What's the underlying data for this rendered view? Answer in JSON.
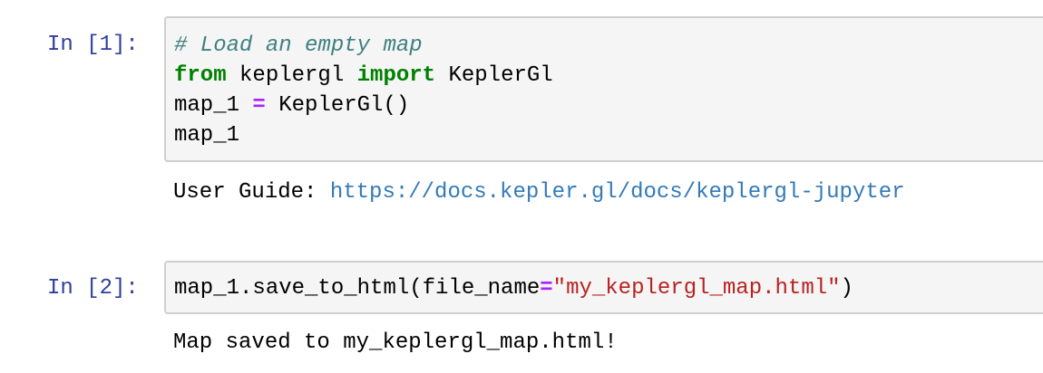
{
  "cells": [
    {
      "prompt": "In [1]:",
      "code": {
        "line1_comment": "# Load an empty map",
        "line2_kw_from": "from",
        "line2_module": " keplergl ",
        "line2_kw_import": "import",
        "line2_name": " KeplerGl",
        "line3_var": "map_1 ",
        "line3_op": "=",
        "line3_call": " KeplerGl()",
        "line4": "map_1"
      },
      "output": {
        "label": "User Guide: ",
        "link": "https://docs.kepler.gl/docs/keplergl-jupyter"
      }
    },
    {
      "prompt": "In [2]:",
      "code": {
        "pre": "map_1.save_to_html(file_name",
        "op": "=",
        "string": "\"my_keplergl_map.html\"",
        "post": ")"
      },
      "output": {
        "text": "Map saved to my_keplergl_map.html!"
      }
    }
  ],
  "colors": {
    "prompt": "#303f9f",
    "comment": "#408080",
    "keyword": "#008000",
    "operator": "#aa22ff",
    "string": "#ba2121",
    "link": "#337ab7",
    "cell_background": "#f5f5f5",
    "cell_border": "#cfcfcf"
  }
}
